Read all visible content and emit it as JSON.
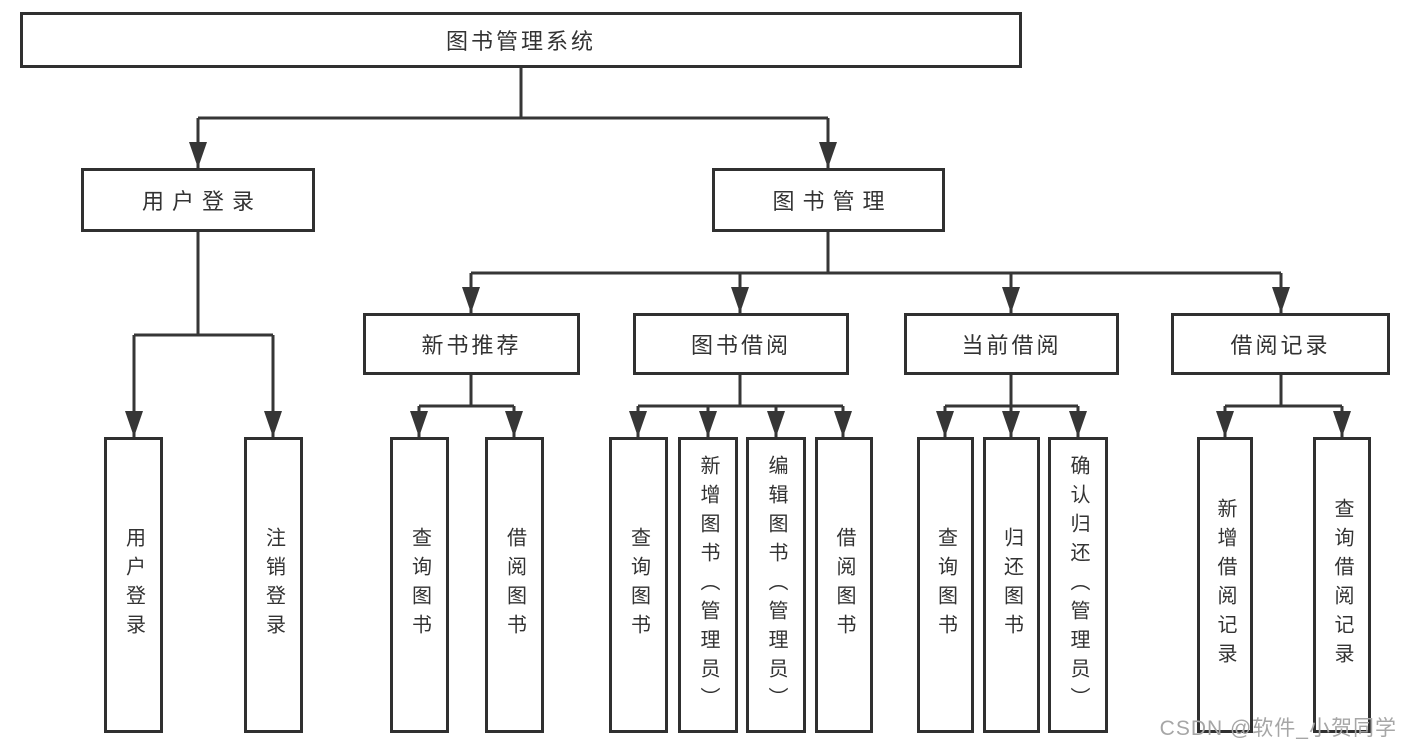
{
  "diagram": {
    "root": {
      "label": "图书管理系统"
    },
    "user_login": {
      "label": "用户登录"
    },
    "book_mgmt": {
      "label": "图书管理"
    },
    "new_book_rec": {
      "label": "新书推荐"
    },
    "book_borrow": {
      "label": "图书借阅"
    },
    "current_borrow": {
      "label": "当前借阅"
    },
    "borrow_record": {
      "label": "借阅记录"
    },
    "leaves": {
      "user_login": {
        "label": "用户登录"
      },
      "logout": {
        "label": "注销登录"
      },
      "nbr_query": {
        "label": "查询图书"
      },
      "nbr_borrow": {
        "label": "借阅图书"
      },
      "bb_query": {
        "label": "查询图书"
      },
      "bb_add": {
        "label": "新增图书（管理员）"
      },
      "bb_edit": {
        "label": "编辑图书（管理员）"
      },
      "bb_borrow": {
        "label": "借阅图书"
      },
      "cb_query": {
        "label": "查询图书"
      },
      "cb_return": {
        "label": "归还图书"
      },
      "cb_confirm": {
        "label": "确认归还（管理员）"
      },
      "br_add": {
        "label": "新增借阅记录"
      },
      "br_query": {
        "label": "查询借阅记录"
      }
    }
  },
  "watermark": {
    "text": "CSDN @软件_小贺同学"
  },
  "colors": {
    "line": "#363636",
    "box_border": "#303030",
    "text": "#333333",
    "watermark": "#a6a6a6",
    "background": "#ffffff"
  }
}
